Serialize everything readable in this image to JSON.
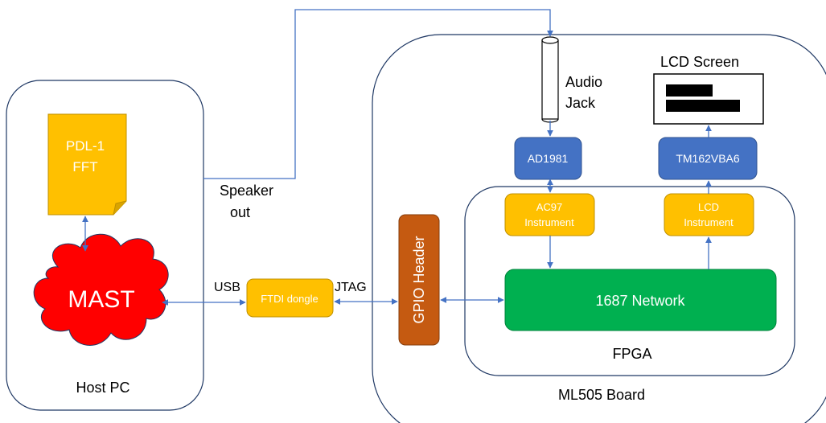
{
  "containers": {
    "host_pc": "Host PC",
    "ml505_board": "ML505 Board",
    "fpga": "FPGA"
  },
  "document": {
    "line1": "PDL-1",
    "line2": "FFT"
  },
  "mast": "MAST",
  "labels": {
    "speaker_out_1": "Speaker",
    "speaker_out_2": "out",
    "usb": "USB",
    "jtag": "JTAG",
    "audio_jack_1": "Audio",
    "audio_jack_2": "Jack",
    "lcd_screen": "LCD Screen"
  },
  "boxes": {
    "ftdi": "FTDI dongle",
    "gpio": "GPIO Header",
    "ad1981": "AD1981",
    "tm162": "TM162VBA6",
    "ac97_1": "AC97",
    "ac97_2": "Instrument",
    "lcd_inst_1": "LCD",
    "lcd_inst_2": "Instrument",
    "network": "1687 Network"
  },
  "colors": {
    "outline": "#1f3864",
    "connector": "#4472c4",
    "blue_box": "#4472c4",
    "yellow_box": "#ffc000",
    "green_box": "#00b050",
    "orange_box": "#c55a11",
    "mast_red": "#ff0000"
  }
}
